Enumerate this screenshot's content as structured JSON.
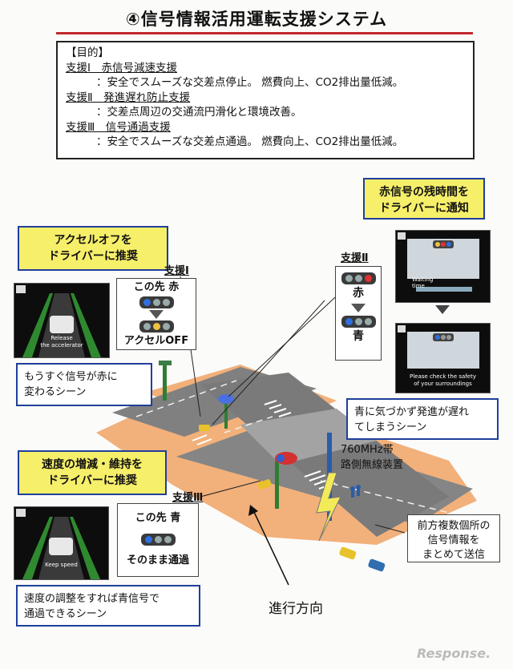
{
  "title": "④信号情報活用運転支援システム",
  "purpose": {
    "heading": "【目的】",
    "items": [
      {
        "label": "支援Ⅰ　赤信号減速支援",
        "desc": "：安全でスムーズな交差点停止。 燃費向上、CO2排出量低減。"
      },
      {
        "label": "支援Ⅱ　発進遅れ防止支援",
        "desc": "：交差点周辺の交通流円滑化と環境改善。"
      },
      {
        "label": "支援Ⅲ　信号通過支援",
        "desc": "：安全でスムーズな交差点通過。 燃費向上、CO2排出量低減。"
      }
    ]
  },
  "support1": {
    "callout_line1": "アクセルオフを",
    "callout_line2": "ドライバーに推奨",
    "label": "支援Ⅰ",
    "screen_text_line1": "Release",
    "screen_text_line2": "the accelerator",
    "panel_top": "この先 赤",
    "panel_bottom": "アクセルOFF",
    "scene_line1": "もうすぐ信号が赤に",
    "scene_line2": "変わるシーン"
  },
  "support2": {
    "callout_line1": "赤信号の残時間を",
    "callout_line2": "ドライバーに通知",
    "label": "支援Ⅱ",
    "panel_top": "赤",
    "panel_bottom": "青",
    "screen1_text": "Waiting time",
    "screen2_text_line1": "Please check the safety",
    "screen2_text_line2": "of your surroundings",
    "scene_line1": "青に気づかず発進が遅れ",
    "scene_line2": "てしまうシーン"
  },
  "support3": {
    "callout_line1": "速度の増減・維持を",
    "callout_line2": "ドライバーに推奨",
    "label": "支援Ⅲ",
    "screen_text": "Keep speed",
    "panel_top": "この先 青",
    "panel_bottom": "そのまま通過",
    "scene_line1": "速度の調整をすれば青信号で",
    "scene_line2": "通過できるシーン"
  },
  "radio": {
    "line1": "760MHz帯",
    "line2": "路側無線装置"
  },
  "transmit": {
    "line1": "前方複数個所の",
    "line2": "信号情報を",
    "line3": "まとめて送信"
  },
  "direction": "進行方向",
  "watermark": "Response.",
  "colors": {
    "accent_red": "#c1272d",
    "callout_yellow": "#f6ef6a",
    "border_blue": "#1f3f9a",
    "road": "#7c7c7c",
    "ground": "#f0a86a"
  }
}
